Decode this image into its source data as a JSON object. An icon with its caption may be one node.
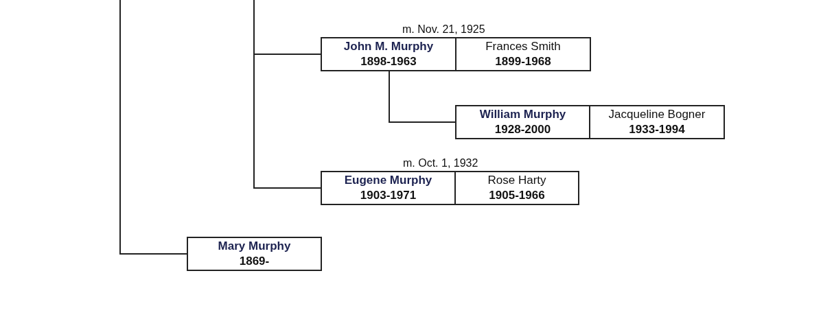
{
  "diagram": {
    "nodes": [
      {
        "text": [
          "John M. Murphy",
          "1898-1963"
        ]
      },
      {
        "text": [
          "Frances Smith",
          "1899-1968"
        ]
      },
      {
        "text": [
          "William Murphy",
          "1928-2000"
        ]
      },
      {
        "text": [
          "Jacqueline Bogner",
          "1933-1994"
        ]
      },
      {
        "text": [
          "Eugene Murphy",
          "1903-1971"
        ]
      },
      {
        "text": [
          "Rose Harty",
          "1905-1966"
        ]
      },
      {
        "text": [
          "Mary Murphy",
          "1869-"
        ]
      }
    ],
    "edges": [
      {
        "from": null,
        "to": 0,
        "arrow": "none"
      },
      {
        "from": 0,
        "to": 2,
        "arrow": "none"
      },
      {
        "from": null,
        "to": 4,
        "arrow": "none"
      },
      {
        "from": null,
        "to": 6,
        "arrow": "none"
      }
    ],
    "labels": [
      "m. Nov. 21, 1925",
      "m. Oct. 1, 1932"
    ]
  }
}
